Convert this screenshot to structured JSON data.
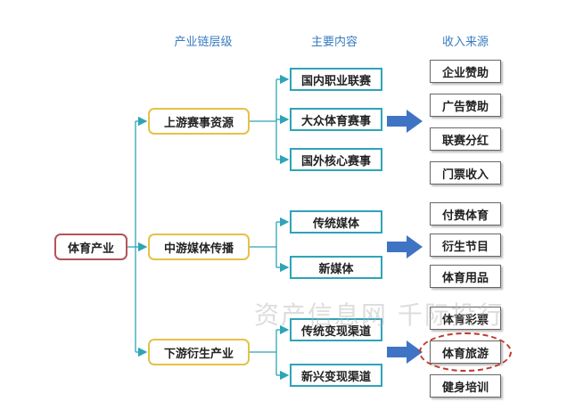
{
  "headers": {
    "level": "产业链层级",
    "content": "主要内容",
    "revenue": "收入来源"
  },
  "root": "体育产业",
  "chain": [
    {
      "name": "上游赛事资源",
      "contents": [
        "国内职业联赛",
        "大众体育赛事",
        "国外核心赛事"
      ],
      "revenue": [
        "企业赞助",
        "广告赞助",
        "联赛分红",
        "门票收入"
      ]
    },
    {
      "name": "中游媒体传播",
      "contents": [
        "传统媒体",
        "新媒体"
      ],
      "revenue": [
        "付费体育",
        "衍生节目",
        "体育用品"
      ]
    },
    {
      "name": "下游衍生产业",
      "contents": [
        "传统变现渠道",
        "新兴变现渠道"
      ],
      "revenue": [
        "体育彩票",
        "体育旅游",
        "健身培训"
      ]
    }
  ],
  "highlighted_revenue": "体育旅游",
  "watermark": "资产信息网 千际投行",
  "colors": {
    "header_text": "#3a7cc0",
    "root_border": "#b5535a",
    "level_border": "#e3c24a",
    "content_border": "#2ea4b8",
    "connector": "#2ea4b8",
    "arrow": "#3f73c4",
    "highlight": "#c0392b"
  }
}
